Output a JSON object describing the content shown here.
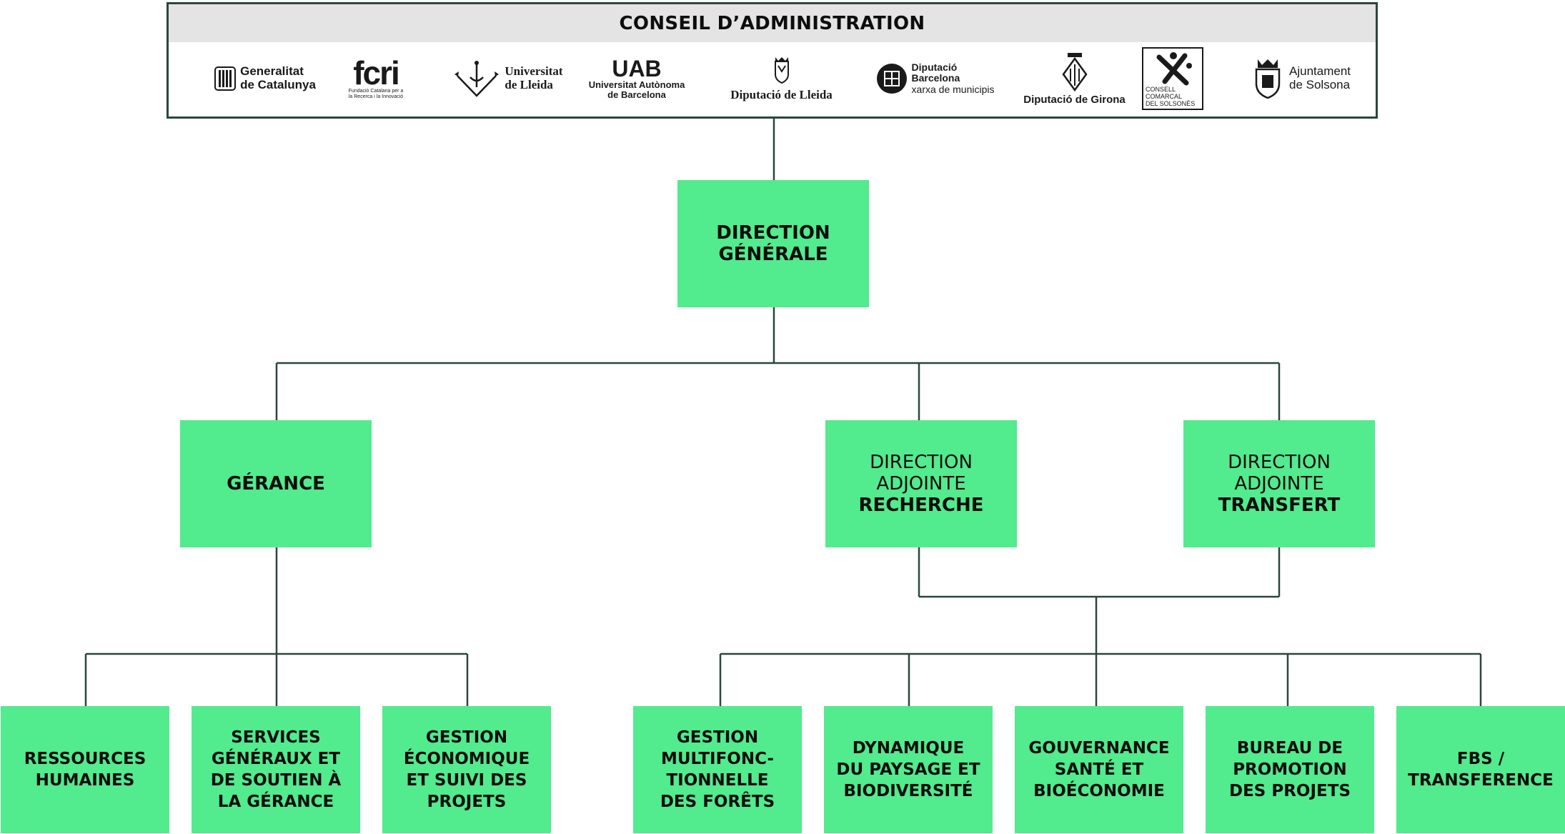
{
  "board": {
    "title": "CONSEIL D’ADMINISTRATION",
    "logos": [
      {
        "name": "generalitat",
        "lines": [
          "Generalitat",
          "de Catalunya"
        ]
      },
      {
        "name": "fcri",
        "mark": "fcri",
        "lines": [
          "Fundació Catalana per a",
          "la Recerca i la Innovació"
        ]
      },
      {
        "name": "udl",
        "lines": [
          "Universitat",
          "de Lleida"
        ]
      },
      {
        "name": "uab",
        "mark": "UAB",
        "lines": [
          "Universitat Autònoma",
          "de Barcelona"
        ]
      },
      {
        "name": "diputacio-lleida",
        "lines": [
          "Diputació de Lleida"
        ]
      },
      {
        "name": "diputacio-barcelona",
        "lines": [
          "Diputació",
          "Barcelona",
          "xarxa de municipis"
        ]
      },
      {
        "name": "diputacio-girona",
        "lines": [
          "Diputació de Girona"
        ]
      },
      {
        "name": "consell-comarcal",
        "lines": [
          "CONSELL",
          "COMARCAL",
          "DEL SOLSONÈS"
        ]
      },
      {
        "name": "ajuntament-solsona",
        "lines": [
          "Ajuntament",
          "de Solsona"
        ]
      }
    ]
  },
  "direction": {
    "line1": "DIRECTION",
    "line2": "GÉNÉRALE"
  },
  "gerance": {
    "label": "GÉRANCE"
  },
  "adjointe_recherche": {
    "line1": "DIRECTION",
    "line2": "ADJOINTE",
    "line3": "RECHERCHE"
  },
  "adjointe_transfert": {
    "line1": "DIRECTION",
    "line2": "ADJOINTE",
    "line3": "TRANSFERT"
  },
  "units": [
    {
      "lines": [
        "RESSOURCES",
        "HUMAINES"
      ]
    },
    {
      "lines": [
        "SERVICES",
        "GÉNÉRAUX ET",
        "DE SOUTIEN À",
        "LA GÉRANCE"
      ]
    },
    {
      "lines": [
        "GESTION",
        "ÉCONOMIQUE",
        "ET SUIVI DES",
        "PROJETS"
      ]
    },
    {
      "lines": [
        "GESTION",
        "MULTIFONC-",
        "TIONNELLE",
        "DES FORÊTS"
      ]
    },
    {
      "lines": [
        "DYNAMIQUE",
        "DU PAYSAGE ET",
        "BIODIVERSITÉ"
      ]
    },
    {
      "lines": [
        "GOUVERNANCE",
        "SANTÉ ET",
        "BIOÉCONOMIE"
      ]
    },
    {
      "lines": [
        "BUREAU DE",
        "PROMOTION",
        "DES PROJETS"
      ]
    },
    {
      "lines": [
        "FBS /",
        "TRANSFERENCE"
      ]
    }
  ],
  "colors": {
    "box": "#52eb8d",
    "line": "#2b463f",
    "header": "#e4e4e4"
  }
}
